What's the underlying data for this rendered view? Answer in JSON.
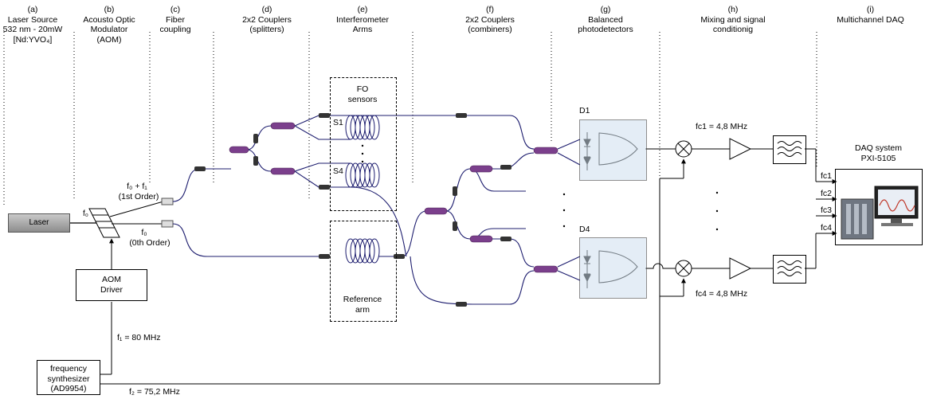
{
  "stages": [
    {
      "letter": "(a)",
      "title": "Laser Source\n532 nm - 20mW\n[Nd:YVO₄]"
    },
    {
      "letter": "(b)",
      "title": "Acousto Optic\nModulator\n(AOM)"
    },
    {
      "letter": "(c)",
      "title": "Fiber\ncoupling"
    },
    {
      "letter": "(d)",
      "title": "2x2 Couplers\n(splitters)"
    },
    {
      "letter": "(e)",
      "title": "Interferometer\nArms"
    },
    {
      "letter": "(f)",
      "title": "2x2 Couplers\n(combiners)"
    },
    {
      "letter": "(g)",
      "title": "Balanced\nphotodetectors"
    },
    {
      "letter": "(h)",
      "title": "Mixing and signal\nconditionig"
    },
    {
      "letter": "(i)",
      "title": "Multichannel DAQ"
    }
  ],
  "labels": {
    "laser": "Laser",
    "f0_beam": "f₀",
    "first_order_freq": "f₀ + f₁",
    "first_order": "(1st Order)",
    "zeroth_freq": "f₀",
    "zeroth_order": "(0th Order)",
    "aom_driver": "AOM\nDriver",
    "f1": "f₁ = 80 MHz",
    "synth": "frequency\nsynthesizer\n(AD9954)",
    "f2": "f₂ = 75,2 MHz",
    "fo_sensors": "FO\nsensors",
    "s1": "S1",
    "s4": "S4",
    "reference_arm": "Reference\narm",
    "d1": "D1",
    "d4": "D4",
    "fc1_top": "fc1 = 4,8 MHz",
    "fc4_bottom": "fc4 = 4,8 MHz",
    "daq_title": "DAQ system\nPXI-5105",
    "fc1": "fc1",
    "fc2": "fc2",
    "fc3": "fc3",
    "fc4": "fc4"
  },
  "colors": {
    "fiber": "#1c1c6e",
    "coupler": "#7b3f8c",
    "detector": "#cfe0ef"
  }
}
